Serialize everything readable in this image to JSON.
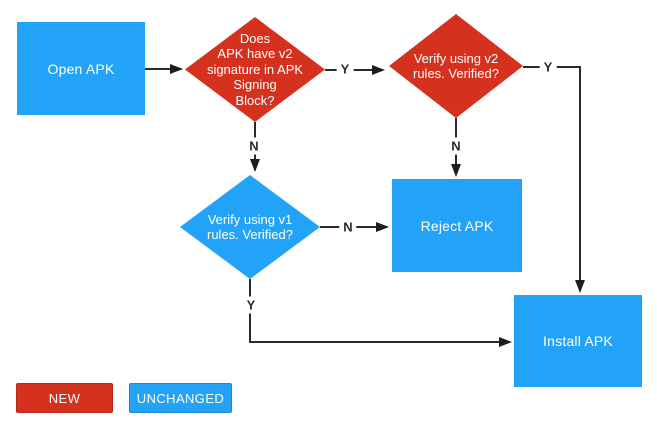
{
  "diagram": {
    "title": "APK v2 signature verification flowchart",
    "colors": {
      "new": "#d5311f",
      "unchanged": "#22a3f7",
      "connector": "#2b2b2b",
      "shape_text": "#ffffff"
    },
    "nodes": {
      "open_apk": {
        "type": "process",
        "status": "unchanged",
        "label": "Open APK"
      },
      "has_v2": {
        "type": "decision",
        "status": "new",
        "lines": [
          "Does",
          "APK have v2",
          "signature in APK",
          "Signing",
          "Block?"
        ]
      },
      "verify_v2": {
        "type": "decision",
        "status": "new",
        "lines": [
          "Verify using v2",
          "rules. Verified?"
        ]
      },
      "verify_v1": {
        "type": "decision",
        "status": "unchanged",
        "lines": [
          "Verify using v1",
          "rules. Verified?"
        ]
      },
      "reject_apk": {
        "type": "process",
        "status": "unchanged",
        "label": "Reject APK"
      },
      "install_apk": {
        "type": "process",
        "status": "unchanged",
        "label": "Install APK"
      }
    },
    "edge_labels": {
      "has_v2_yes": "Y",
      "has_v2_no": "N",
      "verify_v2_yes": "Y",
      "verify_v2_no": "N",
      "verify_v1_no": "N",
      "verify_v1_yes": "Y"
    }
  },
  "legend": {
    "new_label": "NEW",
    "unchanged_label": "UNCHANGED"
  }
}
